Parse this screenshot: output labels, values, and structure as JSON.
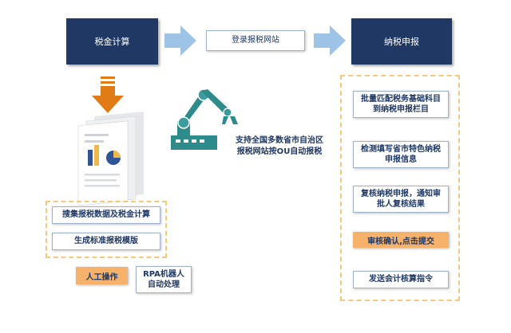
{
  "top_flow": {
    "tax_calc": "税金计算",
    "login_site": "登录报税网站",
    "tax_declare": "纳税申报"
  },
  "left_panel": {
    "step1": "搜集报税数据及税金计算",
    "step2": "生成标准报税模版"
  },
  "robot_caption": {
    "line1": "支持全国多数省市自治区",
    "line2": "报税网站按OU自动报税"
  },
  "right_panel": {
    "step1_line1": "批量匹配税务基础科目",
    "step1_line2": "到纳税申报栏目",
    "step2_line1": "检测填写省市特色纳税",
    "step2_line2": "申报信息",
    "step3_line1": "复核纳税申报，通知审",
    "step3_line2": "批人复核结果",
    "step4": "审核确认,点击提交",
    "step5": "发送会计核算指令"
  },
  "legend": {
    "manual": "人工操作",
    "rpa_line1": "RPA机器人",
    "rpa_line2": "自动处理"
  },
  "colors": {
    "navy": "#1f3864",
    "light_blue_arrow": "#9dc3e6",
    "orange": "#f6b26b",
    "orange_arrow": "#e07b16",
    "dashed_border": "#f5c87a",
    "robot_teal": "#2e8b8b"
  }
}
